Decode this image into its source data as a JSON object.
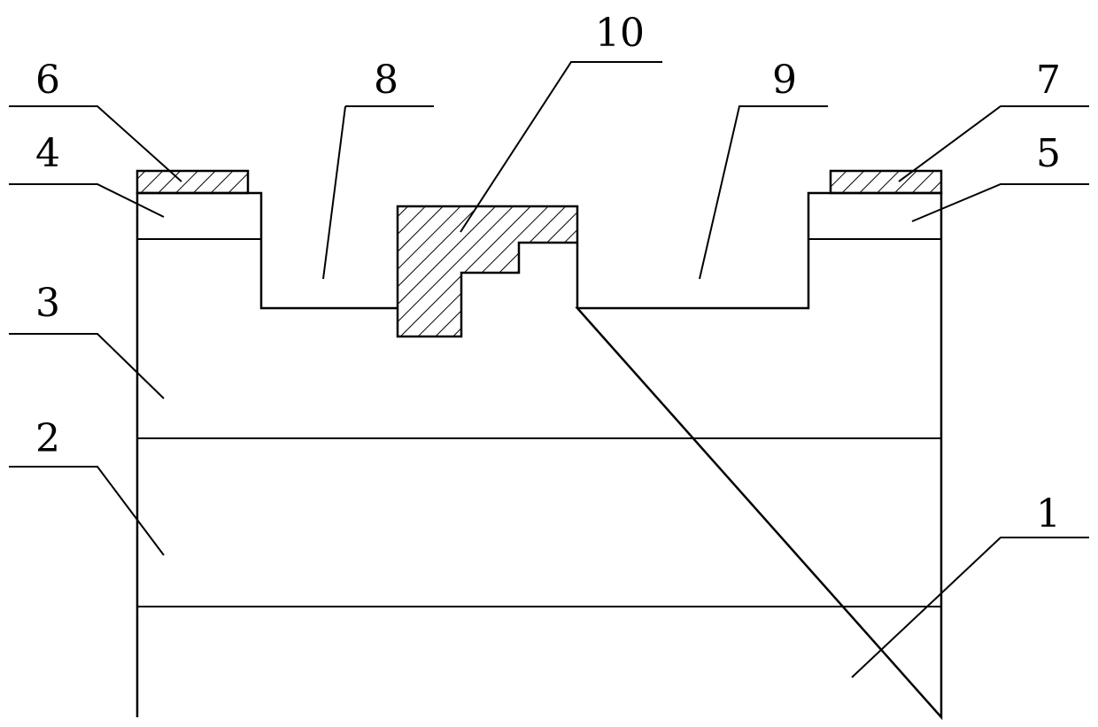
{
  "figure": {
    "labels": {
      "l1": "1",
      "l2": "2",
      "l3": "3",
      "l4": "4",
      "l5": "5",
      "l6": "6",
      "l7": "7",
      "l8": "8",
      "l9": "9",
      "l10": "10"
    },
    "colors": {
      "line": "#000000",
      "background": "#ffffff"
    }
  }
}
